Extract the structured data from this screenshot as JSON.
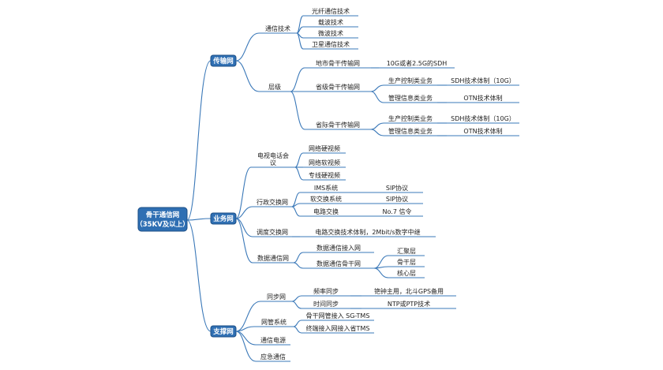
{
  "root": {
    "line1": "骨干通信网",
    "line2": "（35KV及以上）"
  },
  "branches": [
    {
      "label": "传输网",
      "children": [
        {
          "label": "通信技术",
          "children": [
            {
              "label": "光纤通信技术"
            },
            {
              "label": "载波技术"
            },
            {
              "label": "微波技术"
            },
            {
              "label": "卫星通信技术"
            }
          ]
        },
        {
          "label": "层级",
          "children": [
            {
              "label": "地市骨干传输网",
              "children": [
                {
                  "label": "10G或者2.5G的SDH"
                }
              ]
            },
            {
              "label": "省级骨干传输网",
              "children": [
                {
                  "label": "生产控制类业务",
                  "children": [
                    {
                      "label": "SDH技术体制（10G）"
                    }
                  ]
                },
                {
                  "label": "管理信息类业务",
                  "children": [
                    {
                      "label": "OTN技术体制"
                    }
                  ]
                }
              ]
            },
            {
              "label": "省际骨干传输网",
              "children": [
                {
                  "label": "生产控制类业务",
                  "children": [
                    {
                      "label": "SDH技术体制（10G）"
                    }
                  ]
                },
                {
                  "label": "管理信息类业务",
                  "children": [
                    {
                      "label": "OTN技术体制"
                    }
                  ]
                }
              ]
            }
          ]
        }
      ]
    },
    {
      "label": "业务网",
      "children": [
        {
          "label": "电视电话会\n议",
          "children": [
            {
              "label": "网络硬视频"
            },
            {
              "label": "网络软视频"
            },
            {
              "label": "专线硬视频"
            }
          ]
        },
        {
          "label": "行政交换网",
          "children": [
            {
              "label": "IMS系统",
              "children": [
                {
                  "label": "SIP协议"
                }
              ]
            },
            {
              "label": "软交换系统",
              "children": [
                {
                  "label": "SIP协议"
                }
              ]
            },
            {
              "label": "电路交换",
              "children": [
                {
                  "label": "No.7 信令"
                }
              ]
            }
          ]
        },
        {
          "label": "调度交换网",
          "children": [
            {
              "label": "电路交换技术体制，2Mbit/s数字中继"
            }
          ]
        },
        {
          "label": "数据通信网",
          "children": [
            {
              "label": "数据通信接入网"
            },
            {
              "label": "数据通信骨干网",
              "children": [
                {
                  "label": "汇聚层"
                },
                {
                  "label": "骨干层"
                },
                {
                  "label": "核心层"
                }
              ]
            }
          ]
        }
      ]
    },
    {
      "label": "支撑网",
      "children": [
        {
          "label": "同步网",
          "children": [
            {
              "label": "频率同步",
              "children": [
                {
                  "label": "铯钟主用，北斗GPS备用"
                }
              ]
            },
            {
              "label": "时间同步",
              "children": [
                {
                  "label": "NTP或PTP技术"
                }
              ]
            }
          ]
        },
        {
          "label": "网管系统",
          "children": [
            {
              "label": "骨干网管接入 SG-TMS"
            },
            {
              "label": "终端接入网接入省TMS"
            }
          ]
        },
        {
          "label": "通信电源"
        },
        {
          "label": "应急通信"
        }
      ]
    }
  ],
  "colors": {
    "line": "#3a78b8",
    "node_fill": "#2f6fb3",
    "node_border": "#1d4f86",
    "text": "#222222"
  }
}
